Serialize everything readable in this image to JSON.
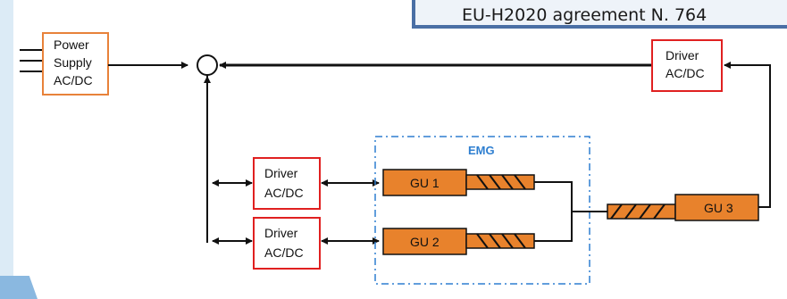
{
  "banner": {
    "text": "EU-H2020 agreement N. 764"
  },
  "diagram": {
    "power_supply": {
      "line1": "Power",
      "line2": "Supply",
      "line3": "AC/DC"
    },
    "driver_top": {
      "line1": "Driver",
      "line2": "AC/DC"
    },
    "driver_1": {
      "line1": "Driver",
      "line2": "AC/DC"
    },
    "driver_2": {
      "line1": "Driver",
      "line2": "AC/DC"
    },
    "emg_label": "EMG",
    "gu1": "GU 1",
    "gu2": "GU 2",
    "gu3": "GU 3"
  },
  "colors": {
    "power_border": "#e8823a",
    "driver_border": "#e02020",
    "gu_fill": "#e8822c",
    "emg_border": "#2f7fd0"
  }
}
